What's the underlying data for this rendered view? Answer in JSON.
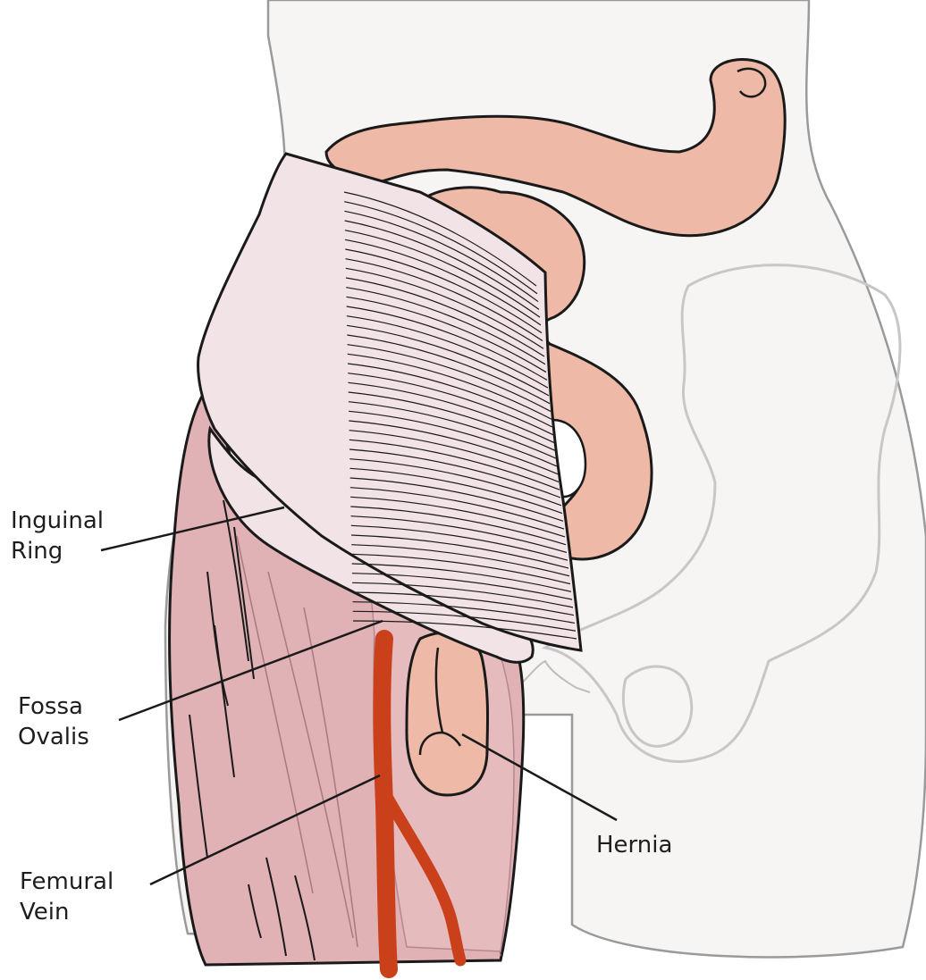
{
  "labels": {
    "inguinal_ring": [
      "Inguinal",
      "Ring"
    ],
    "fossa_ovalis": [
      "Fossa",
      "Ovalis"
    ],
    "femoral_vein": [
      "Femural",
      "Vein"
    ],
    "hernia": "Hernia"
  },
  "colors": {
    "skin": "#f6f5f4",
    "body_outline": "#9a9a9a",
    "pelvis_outline": "#c7c7c7",
    "intestine": "#eeb9a6",
    "muscle": "#e0b1b5",
    "muscle_dark": "#c99096",
    "fascia": "#f2e3e6",
    "vein": "#c9401a",
    "ink": "#1a1a1a"
  }
}
